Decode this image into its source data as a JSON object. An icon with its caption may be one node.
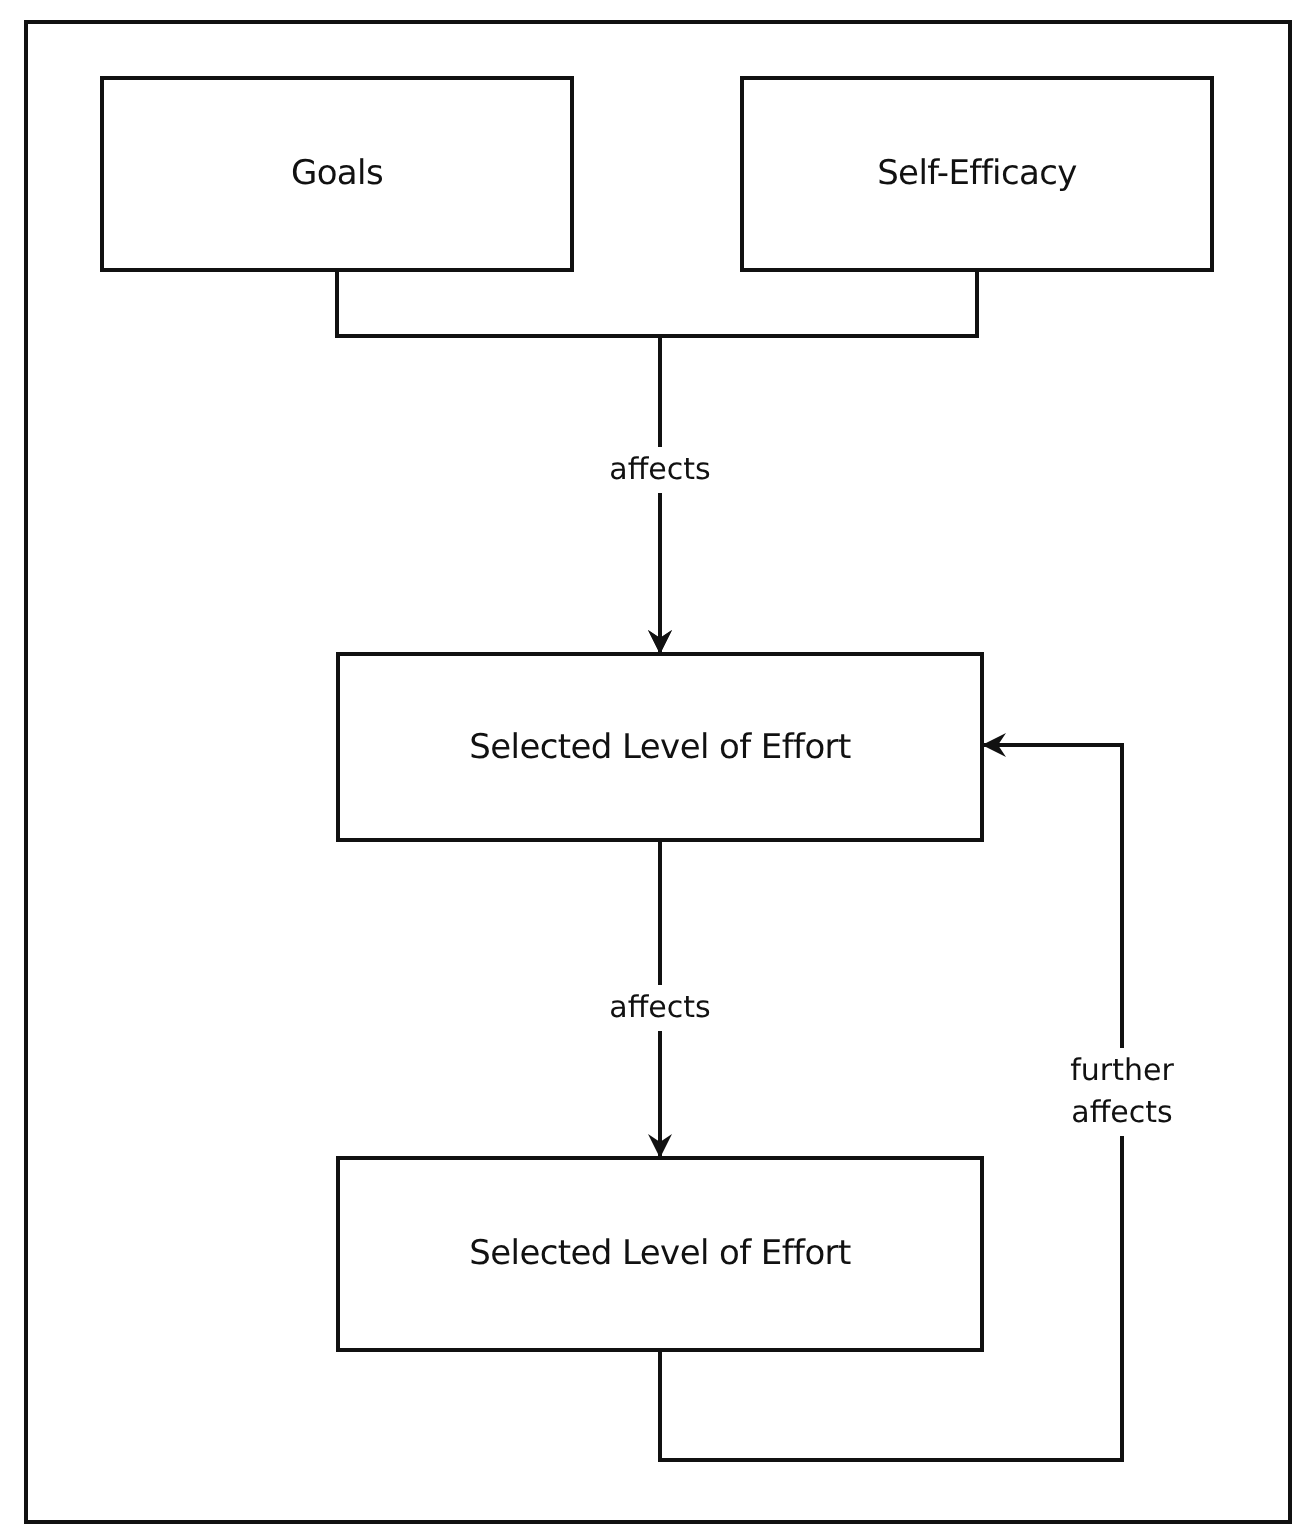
{
  "diagram": {
    "nodes": [
      {
        "text": [
          "Goals"
        ]
      },
      {
        "text": [
          "Self-Efficacy"
        ]
      },
      {
        "text": [
          "Selected Level of Effort"
        ]
      },
      {
        "text": [
          "Selected Level of Effort"
        ]
      }
    ],
    "edges": [
      {
        "from": 0,
        "to": 2,
        "arrow": "to",
        "label": "affects"
      },
      {
        "from": 1,
        "to": 2,
        "arrow": "to"
      },
      {
        "from": 2,
        "to": 3,
        "arrow": "to",
        "label": "affects"
      },
      {
        "from": 3,
        "to": 2,
        "arrow": "to",
        "label": "further affects"
      }
    ]
  }
}
